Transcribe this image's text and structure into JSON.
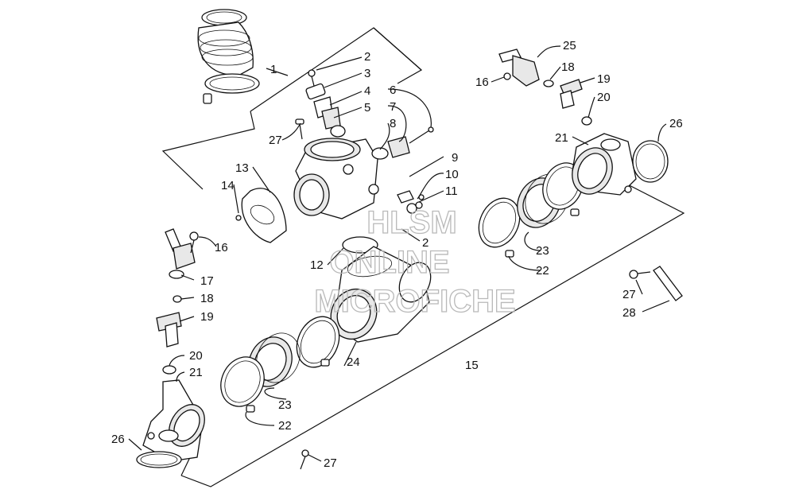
{
  "watermark": {
    "line1": "HLSM",
    "line2": "ONLINE",
    "line3": "MICROFICHE"
  },
  "callouts": [
    {
      "id": "c1",
      "text": "1"
    },
    {
      "id": "c2a",
      "text": "2"
    },
    {
      "id": "c2b",
      "text": "2"
    },
    {
      "id": "c3",
      "text": "3"
    },
    {
      "id": "c4",
      "text": "4"
    },
    {
      "id": "c5",
      "text": "5"
    },
    {
      "id": "c6",
      "text": "6"
    },
    {
      "id": "c7",
      "text": "7"
    },
    {
      "id": "c8",
      "text": "8"
    },
    {
      "id": "c9",
      "text": "9"
    },
    {
      "id": "c10",
      "text": "10"
    },
    {
      "id": "c11",
      "text": "11"
    },
    {
      "id": "c12",
      "text": "12"
    },
    {
      "id": "c13",
      "text": "13"
    },
    {
      "id": "c14",
      "text": "14"
    },
    {
      "id": "c15",
      "text": "15"
    },
    {
      "id": "c16a",
      "text": "16"
    },
    {
      "id": "c16b",
      "text": "16"
    },
    {
      "id": "c17",
      "text": "17"
    },
    {
      "id": "c18a",
      "text": "18"
    },
    {
      "id": "c18b",
      "text": "18"
    },
    {
      "id": "c19a",
      "text": "19"
    },
    {
      "id": "c19b",
      "text": "19"
    },
    {
      "id": "c20a",
      "text": "20"
    },
    {
      "id": "c20b",
      "text": "20"
    },
    {
      "id": "c21a",
      "text": "21"
    },
    {
      "id": "c21b",
      "text": "21"
    },
    {
      "id": "c22a",
      "text": "22"
    },
    {
      "id": "c22b",
      "text": "22"
    },
    {
      "id": "c23a",
      "text": "23"
    },
    {
      "id": "c23b",
      "text": "23"
    },
    {
      "id": "c24",
      "text": "24"
    },
    {
      "id": "c25",
      "text": "25"
    },
    {
      "id": "c26a",
      "text": "26"
    },
    {
      "id": "c26b",
      "text": "26"
    },
    {
      "id": "c27a",
      "text": "27"
    },
    {
      "id": "c27b",
      "text": "27"
    },
    {
      "id": "c27c",
      "text": "27"
    },
    {
      "id": "c28",
      "text": "28"
    }
  ]
}
